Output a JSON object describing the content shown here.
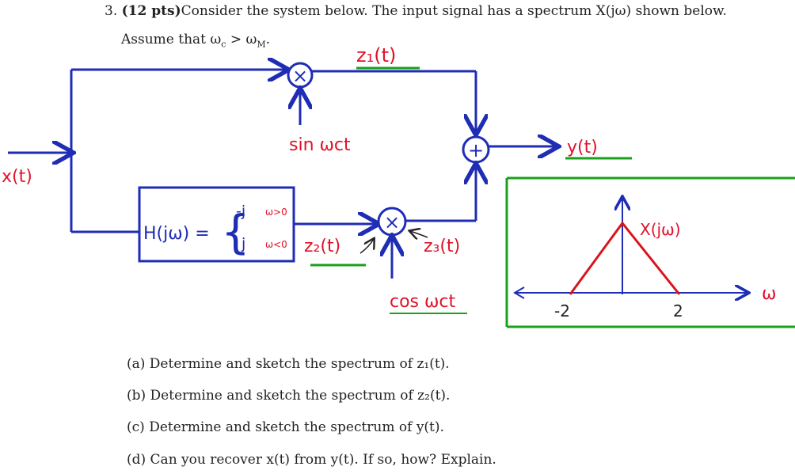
{
  "problem": {
    "number": "3.",
    "points": "(12 pts)",
    "statement": "Consider the system below. The input signal has a spectrum X(jω) shown below.",
    "assumption": "Assume that ω",
    "assumption_sub1": "c",
    "assumption_mid": " > ω",
    "assumption_sub2": "M",
    "assumption_end": "."
  },
  "diagram": {
    "input_label": "x(t)",
    "output_label": "y(t)",
    "z1_label": "z₁(t)",
    "z2_label": "z₂(t)",
    "z3_label": "z₃(t)",
    "sin_label": "sin ωct",
    "cos_label": "cos ωct",
    "multiplier_symbol": "×",
    "adder_symbol": "+",
    "filter": {
      "lhs": "H(jω) =",
      "case1_value": "-j",
      "case1_condition": "ω>0",
      "case2_value": "j",
      "case2_condition": "ω<0"
    },
    "colors": {
      "block": "#1f2db5",
      "label": "#e0122a",
      "underline": "#1aa01a",
      "spectrum_box": "#1aa01a"
    }
  },
  "spectrum": {
    "label": "X(jω)",
    "axis_label": "ω",
    "tick_left": "-2",
    "tick_right": "2"
  },
  "parts": {
    "a": "(a) Determine and sketch the spectrum of z₁(t).",
    "b": "(b) Determine and sketch the spectrum of z₂(t).",
    "c": "(c) Determine and sketch the spectrum of y(t).",
    "d": "(d) Can you recover x(t) from y(t). If so, how? Explain."
  }
}
